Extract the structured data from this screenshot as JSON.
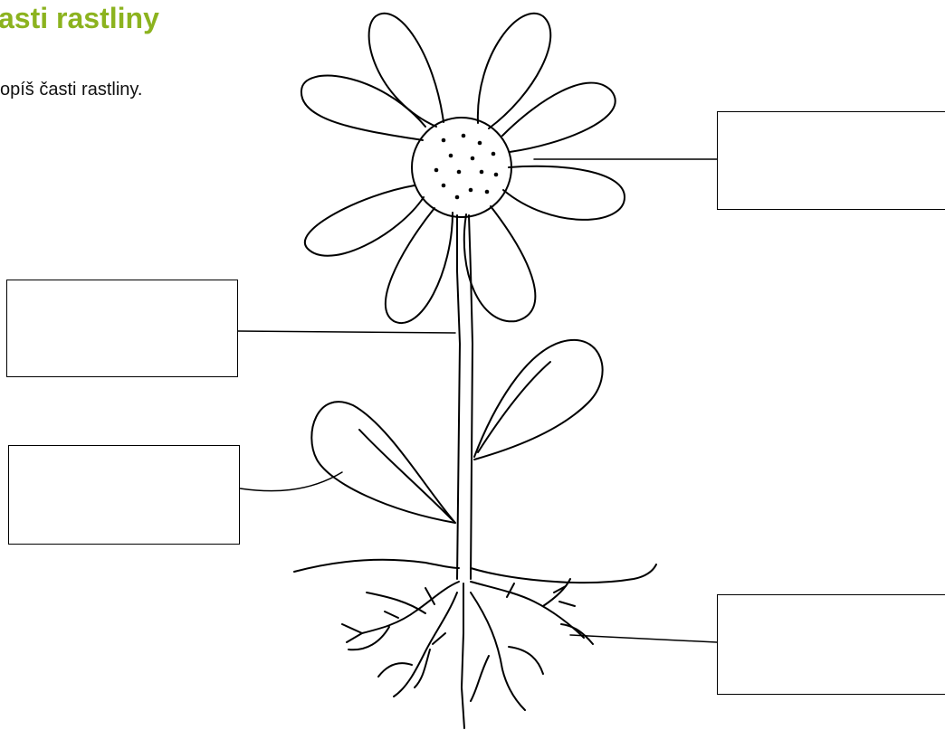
{
  "worksheet": {
    "title": "asti rastliny",
    "instruction": "opíš časti rastliny.",
    "title_color": "#8cb31f"
  },
  "diagram": {
    "subject": "flower-outline",
    "label_boxes": [
      {
        "id": "box-flower",
        "value": ""
      },
      {
        "id": "box-stem",
        "value": ""
      },
      {
        "id": "box-leaf",
        "value": ""
      },
      {
        "id": "box-root",
        "value": ""
      }
    ]
  }
}
